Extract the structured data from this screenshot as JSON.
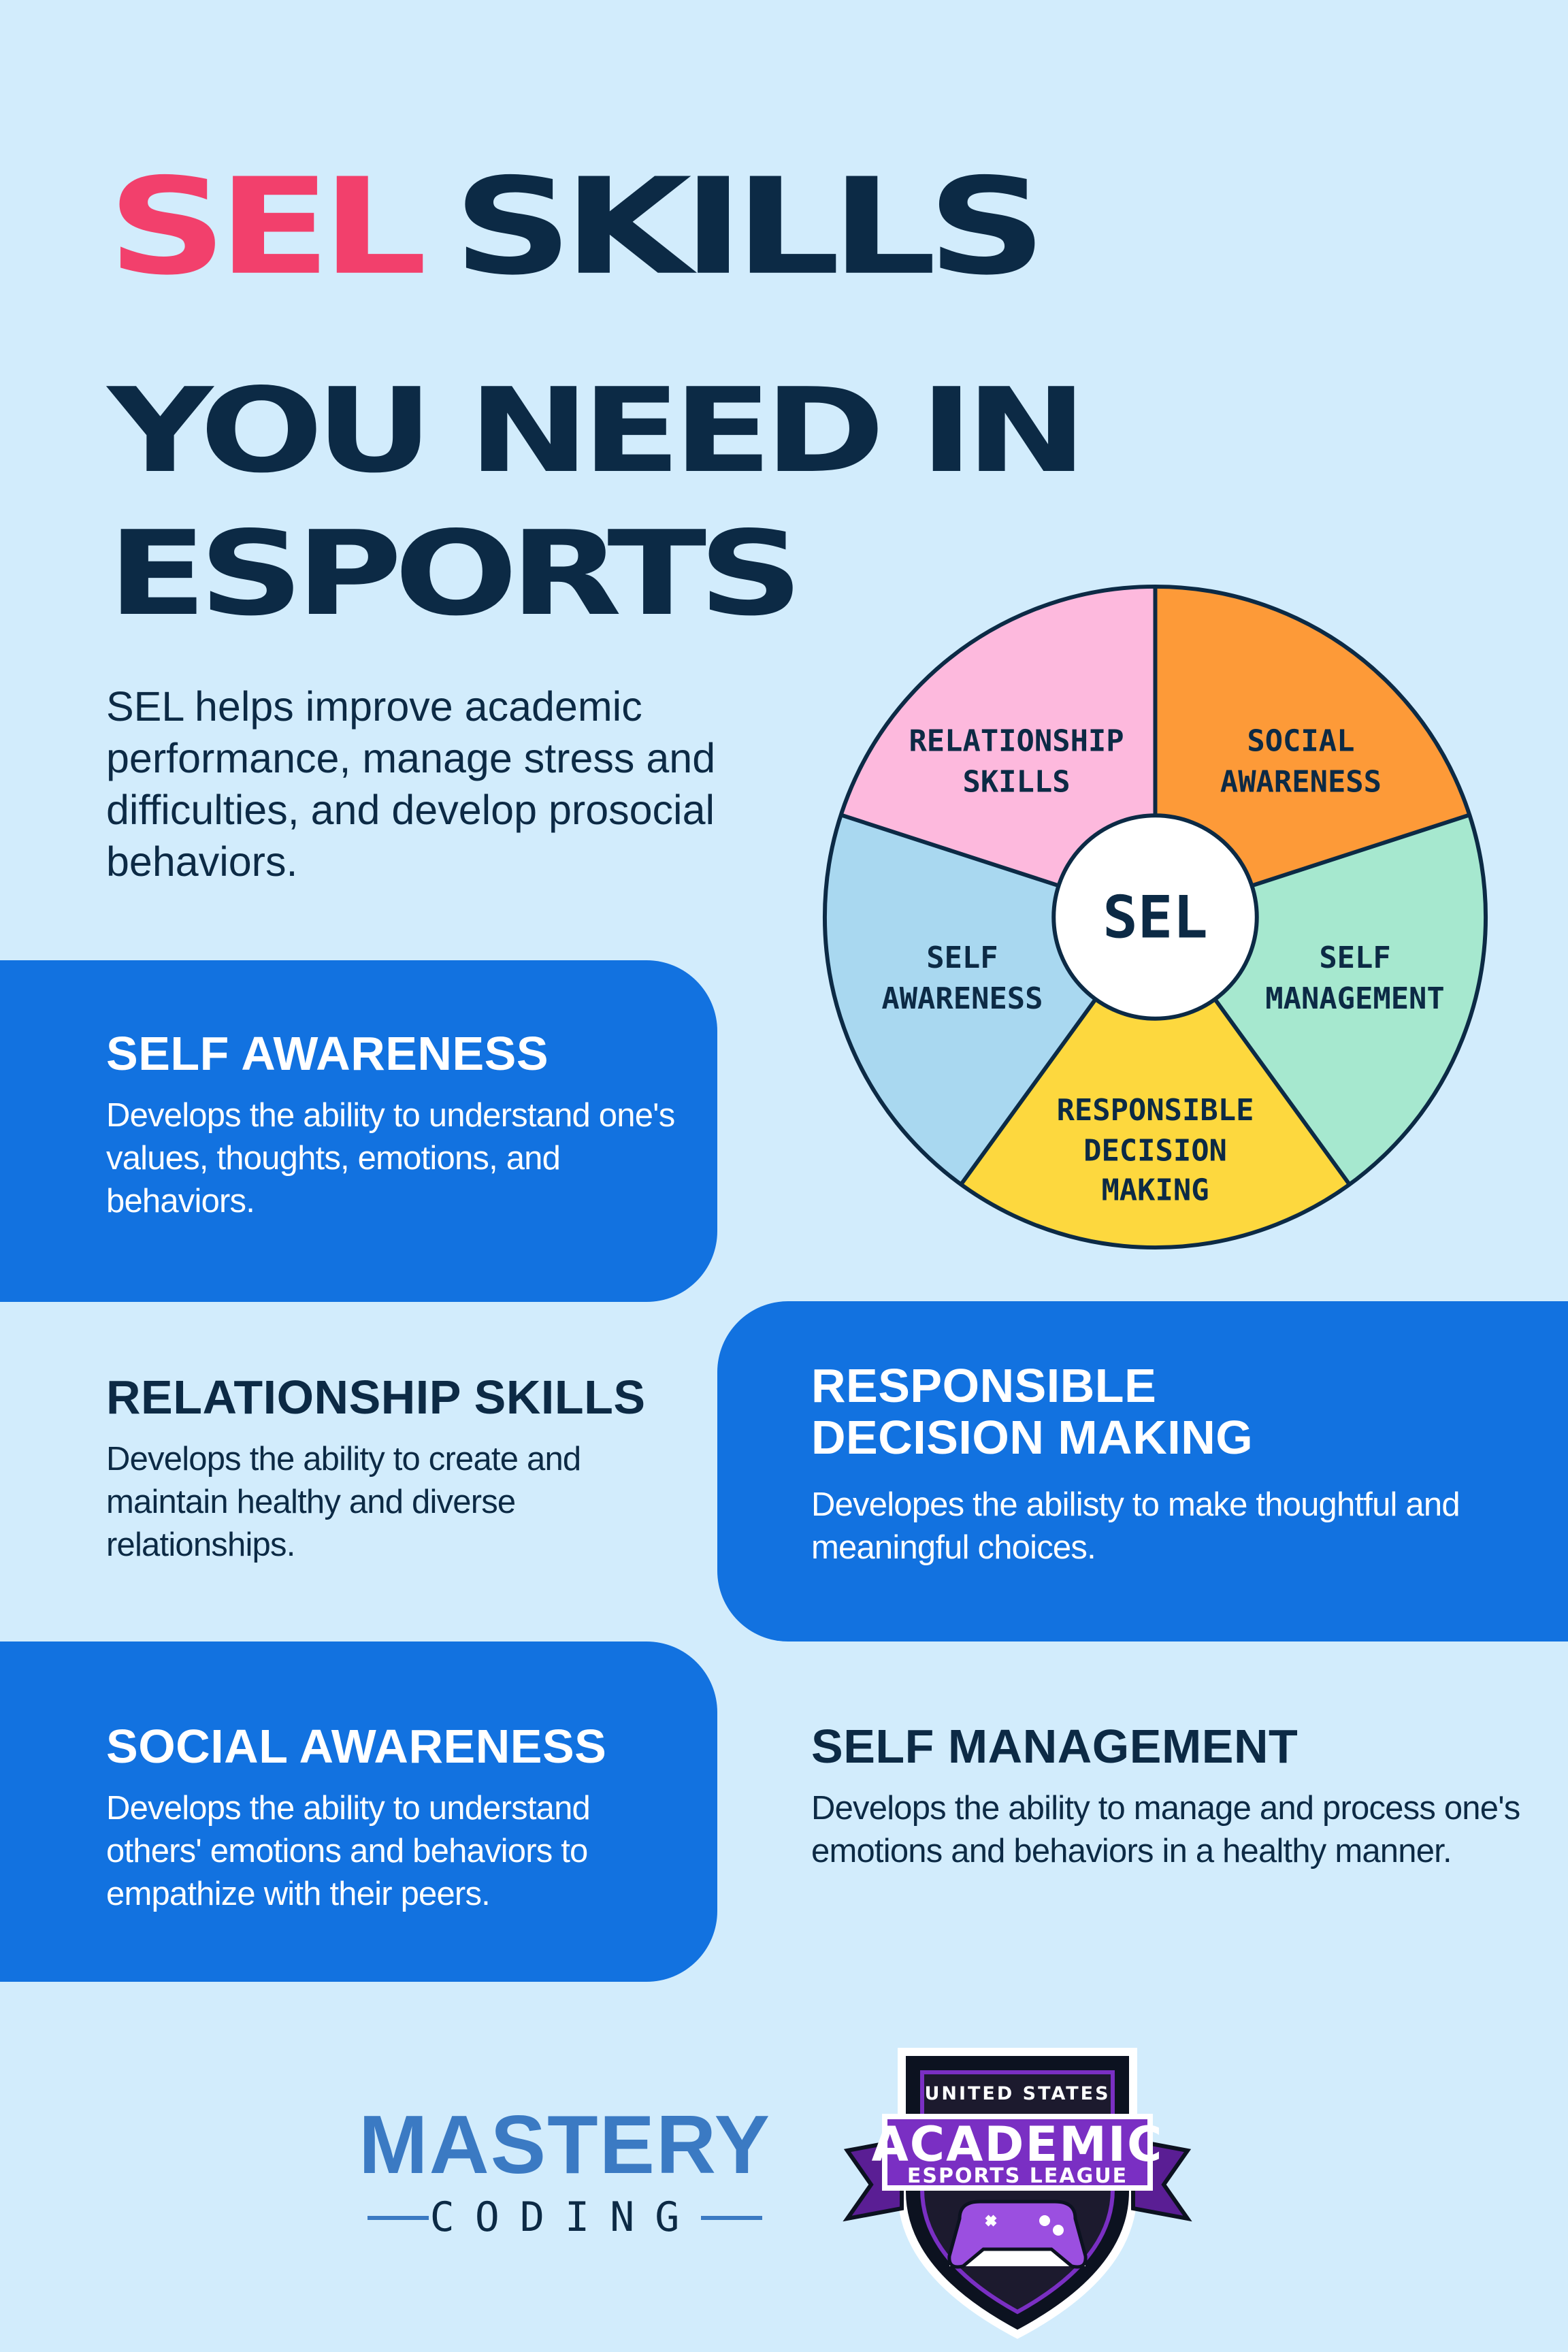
{
  "title": {
    "line1_red": "SEL",
    "line1_navy": "SKILLS",
    "line2": "YOU NEED IN",
    "line3": "ESPORTS"
  },
  "intro": "SEL helps improve academic performance, manage stress and difficulties, and develop prosocial behaviors.",
  "wheel": {
    "center": "SEL",
    "segments": [
      {
        "line1": "RELATIONSHIP",
        "line2": "SKILLS",
        "color": "#fdb9dd"
      },
      {
        "line1": "SOCIAL",
        "line2": "AWARENESS",
        "color": "#fd9a38"
      },
      {
        "line1": "SELF",
        "line2": "MANAGEMENT",
        "color": "#a6e8cf"
      },
      {
        "line1": "RESPONSIBLE",
        "line2": "DECISION",
        "line3": "MAKING",
        "color": "#fdd83e"
      },
      {
        "line1": "SELF",
        "line2": "AWARENESS",
        "color": "#a9d8f0"
      }
    ]
  },
  "skills": {
    "self_awareness": {
      "title": "SELF AWARENESS",
      "desc": "Develops the ability to understand one's values, thoughts, emotions, and behaviors."
    },
    "relationship": {
      "title": "RELATIONSHIP SKILLS",
      "desc": "Develops the ability to create and maintain healthy and diverse relationships."
    },
    "responsible": {
      "title_line1": "RESPONSIBLE",
      "title_line2": "DECISION MAKING",
      "desc": "Developes the abilisty to make thoughtful and meaningful choices."
    },
    "social": {
      "title": "SOCIAL AWARENESS",
      "desc": "Develops the ability to understand others' emotions and behaviors to empathize with their peers."
    },
    "self_management": {
      "title": "SELF MANAGEMENT",
      "desc": "Develops the ability to manage and process one's emotions and behaviors in a healthy manner."
    }
  },
  "logos": {
    "mastery_word": "MASTERY",
    "mastery_sub": "CODING",
    "usael_top": "UNITED STATES",
    "usael_main": "ACADEMIC",
    "usael_banner": "ESPORTS LEAGUE"
  },
  "colors": {
    "background": "#d2ecfc",
    "navy": "#0c2a45",
    "accent_red": "#f2406c",
    "panel_blue": "#1272e0",
    "mastery_blue": "#3b7ac3",
    "usael_purple": "#7a2fc3"
  }
}
